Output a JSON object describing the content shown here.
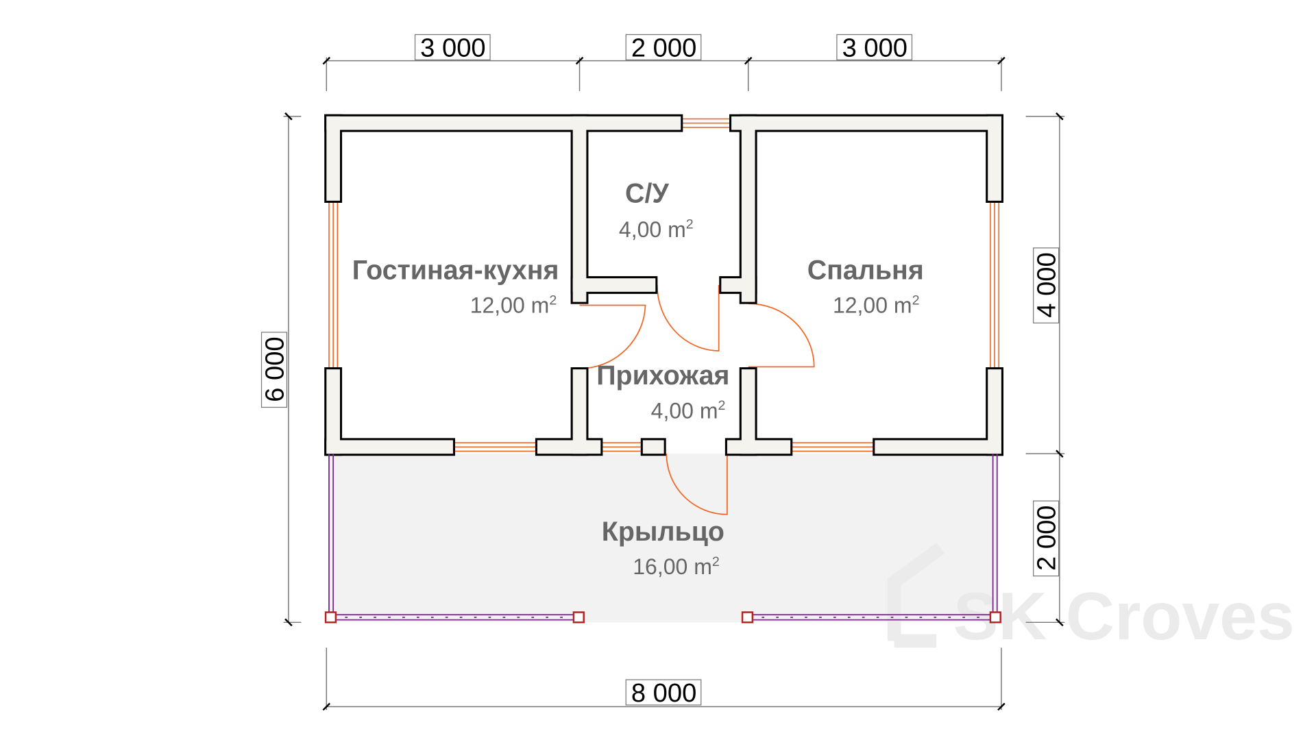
{
  "dimensions": {
    "top": [
      "3 000",
      "2 000",
      "3 000"
    ],
    "bottom": "8 000",
    "left": "6 000",
    "right": [
      "4 000",
      "2 000"
    ]
  },
  "rooms": [
    {
      "name": "Гостиная-кухня",
      "area": "12,00 m",
      "unit_sup": "2"
    },
    {
      "name": "С/У",
      "area": "4,00 m",
      "unit_sup": "2"
    },
    {
      "name": "Спальня",
      "area": "12,00 m",
      "unit_sup": "2"
    },
    {
      "name": "Прихожая",
      "area": "4,00 m",
      "unit_sup": "2"
    },
    {
      "name": "Крыльцо",
      "area": "16,00 m",
      "unit_sup": "2"
    }
  ],
  "watermark": "SK Croves",
  "colors": {
    "wall_fill": "#f5f3ee",
    "opening": "#f26522",
    "railing": "#7b2d8b",
    "porch": "#f2f2f2",
    "post": "#b22222"
  }
}
